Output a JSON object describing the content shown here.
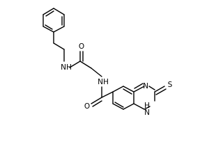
{
  "molecule": {
    "atoms": {
      "nh_amide": "NH",
      "o_amide": "O",
      "nh_linker": "NH",
      "o_carbonyl": "O",
      "n_ring": "N",
      "s_thione": "S",
      "nh_ring": "H\nN"
    }
  }
}
